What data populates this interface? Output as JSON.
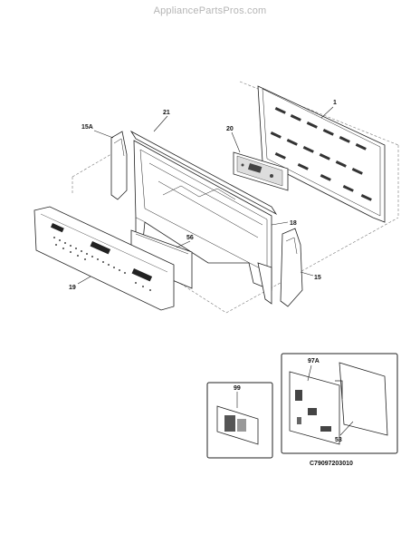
{
  "watermark": "AppliancePartsPros.com",
  "diagram_code": "C79097203010",
  "callouts": {
    "p1": "1",
    "p21": "21",
    "p20": "20",
    "p15A": "15A",
    "p18": "18",
    "p56": "56",
    "p19": "19",
    "p15": "15",
    "p99": "99",
    "p97A": "97A",
    "p53": "53"
  }
}
